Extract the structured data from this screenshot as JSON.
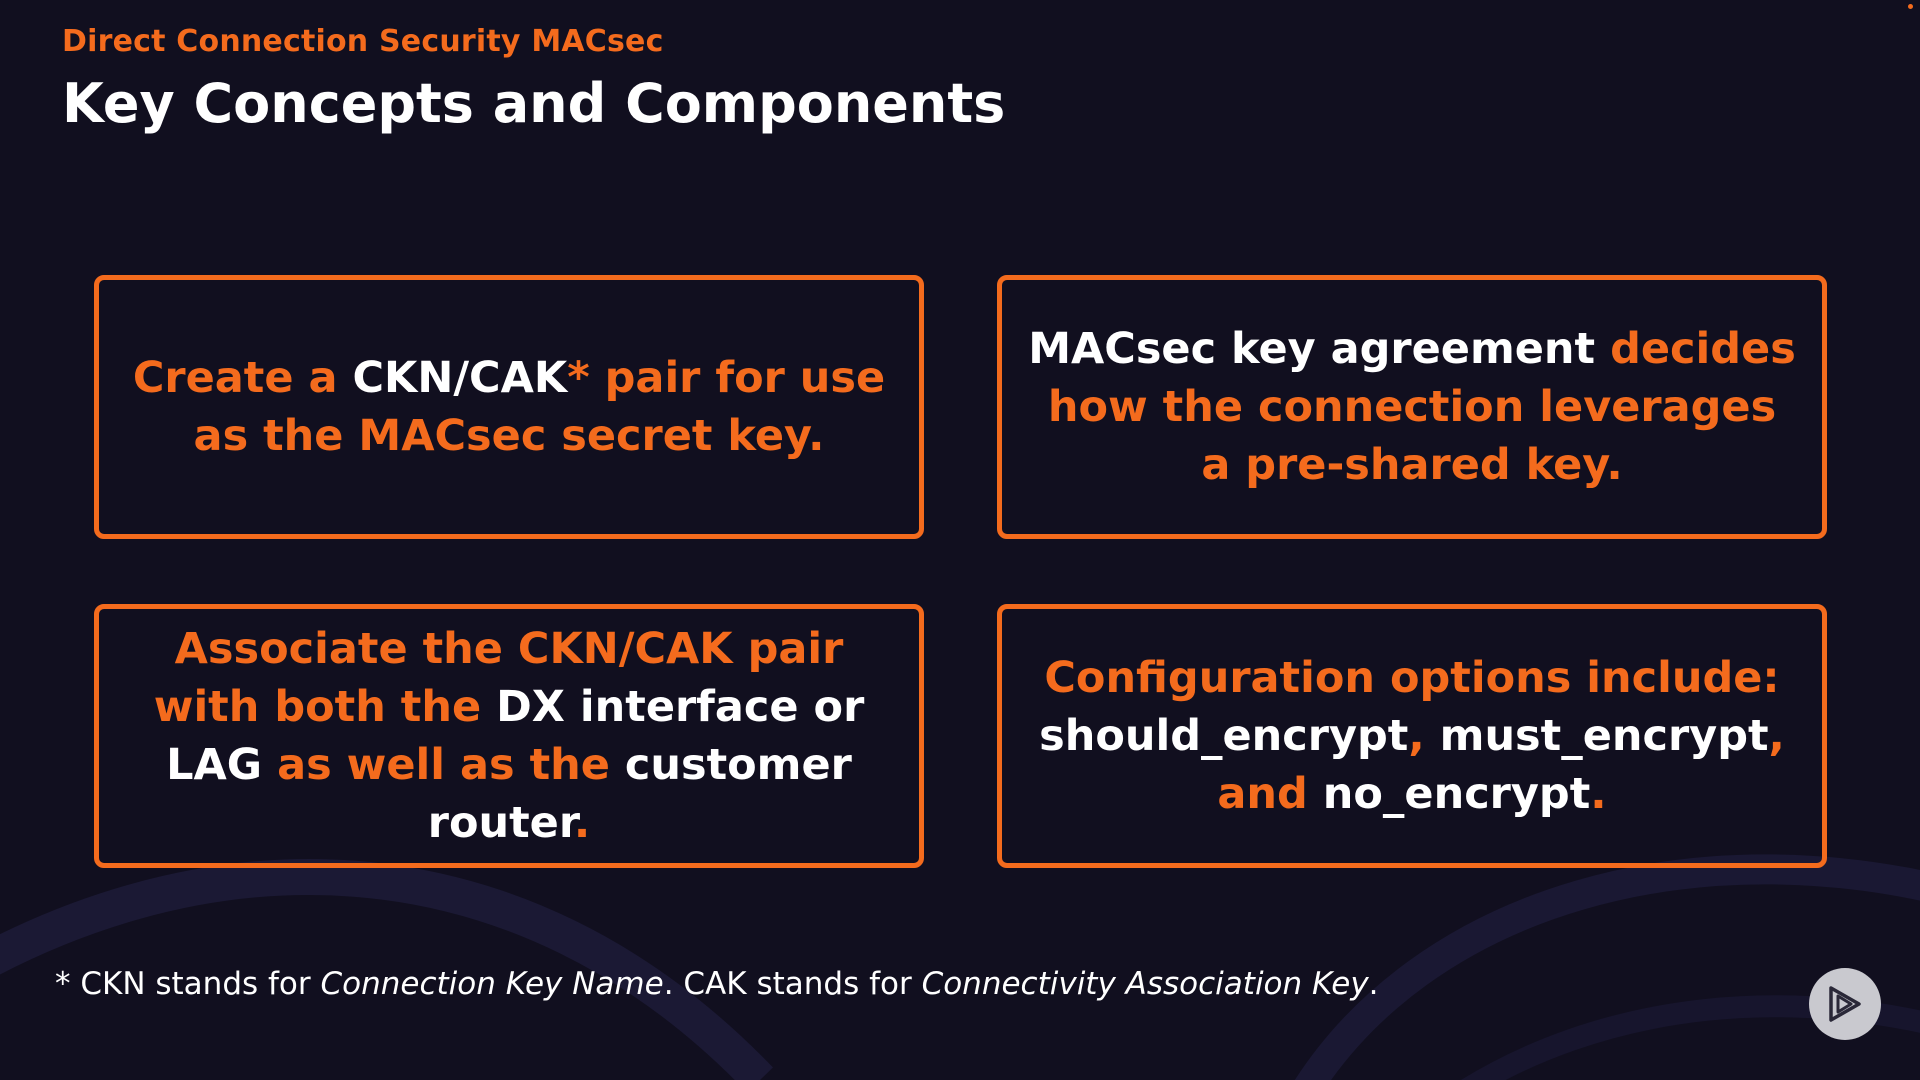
{
  "header": {
    "eyebrow": "Direct Connection Security MACsec",
    "title": "Key Concepts and Components"
  },
  "cards": [
    {
      "segments": [
        {
          "text": "Create a ",
          "highlight": false
        },
        {
          "text": "CKN/CAK",
          "highlight": true
        },
        {
          "text": "* pair for use as the MACsec secret key.",
          "highlight": false
        }
      ]
    },
    {
      "segments": [
        {
          "text": "MACsec key agreement ",
          "highlight": true
        },
        {
          "text": "decides how the connection leverages a pre-shared key.",
          "highlight": false
        }
      ]
    },
    {
      "segments": [
        {
          "text": "Associate the CKN/CAK pair with both the ",
          "highlight": false
        },
        {
          "text": "DX interface or LAG",
          "highlight": true
        },
        {
          "text": " as well as the ",
          "highlight": false
        },
        {
          "text": "customer router",
          "highlight": true
        },
        {
          "text": ".",
          "highlight": false
        }
      ]
    },
    {
      "segments": [
        {
          "text": "Configuration options include: ",
          "highlight": false
        },
        {
          "text": "should_encrypt",
          "highlight": true
        },
        {
          "text": ", ",
          "highlight": false
        },
        {
          "text": "must_encrypt",
          "highlight": true
        },
        {
          "text": ", and ",
          "highlight": false
        },
        {
          "text": "no_encrypt",
          "highlight": true
        },
        {
          "text": ".",
          "highlight": false
        }
      ]
    }
  ],
  "footnote": {
    "prefix": "* CKN stands for ",
    "ckn_term": "Connection Key Name",
    "middle": ". CAK stands for ",
    "cak_term": "Connectivity Association Key",
    "suffix": "."
  },
  "colors": {
    "background": "#110f1f",
    "accent": "#f46b1d",
    "text": "#ffffff"
  },
  "icons": {
    "player_badge": "play-logo-icon"
  }
}
